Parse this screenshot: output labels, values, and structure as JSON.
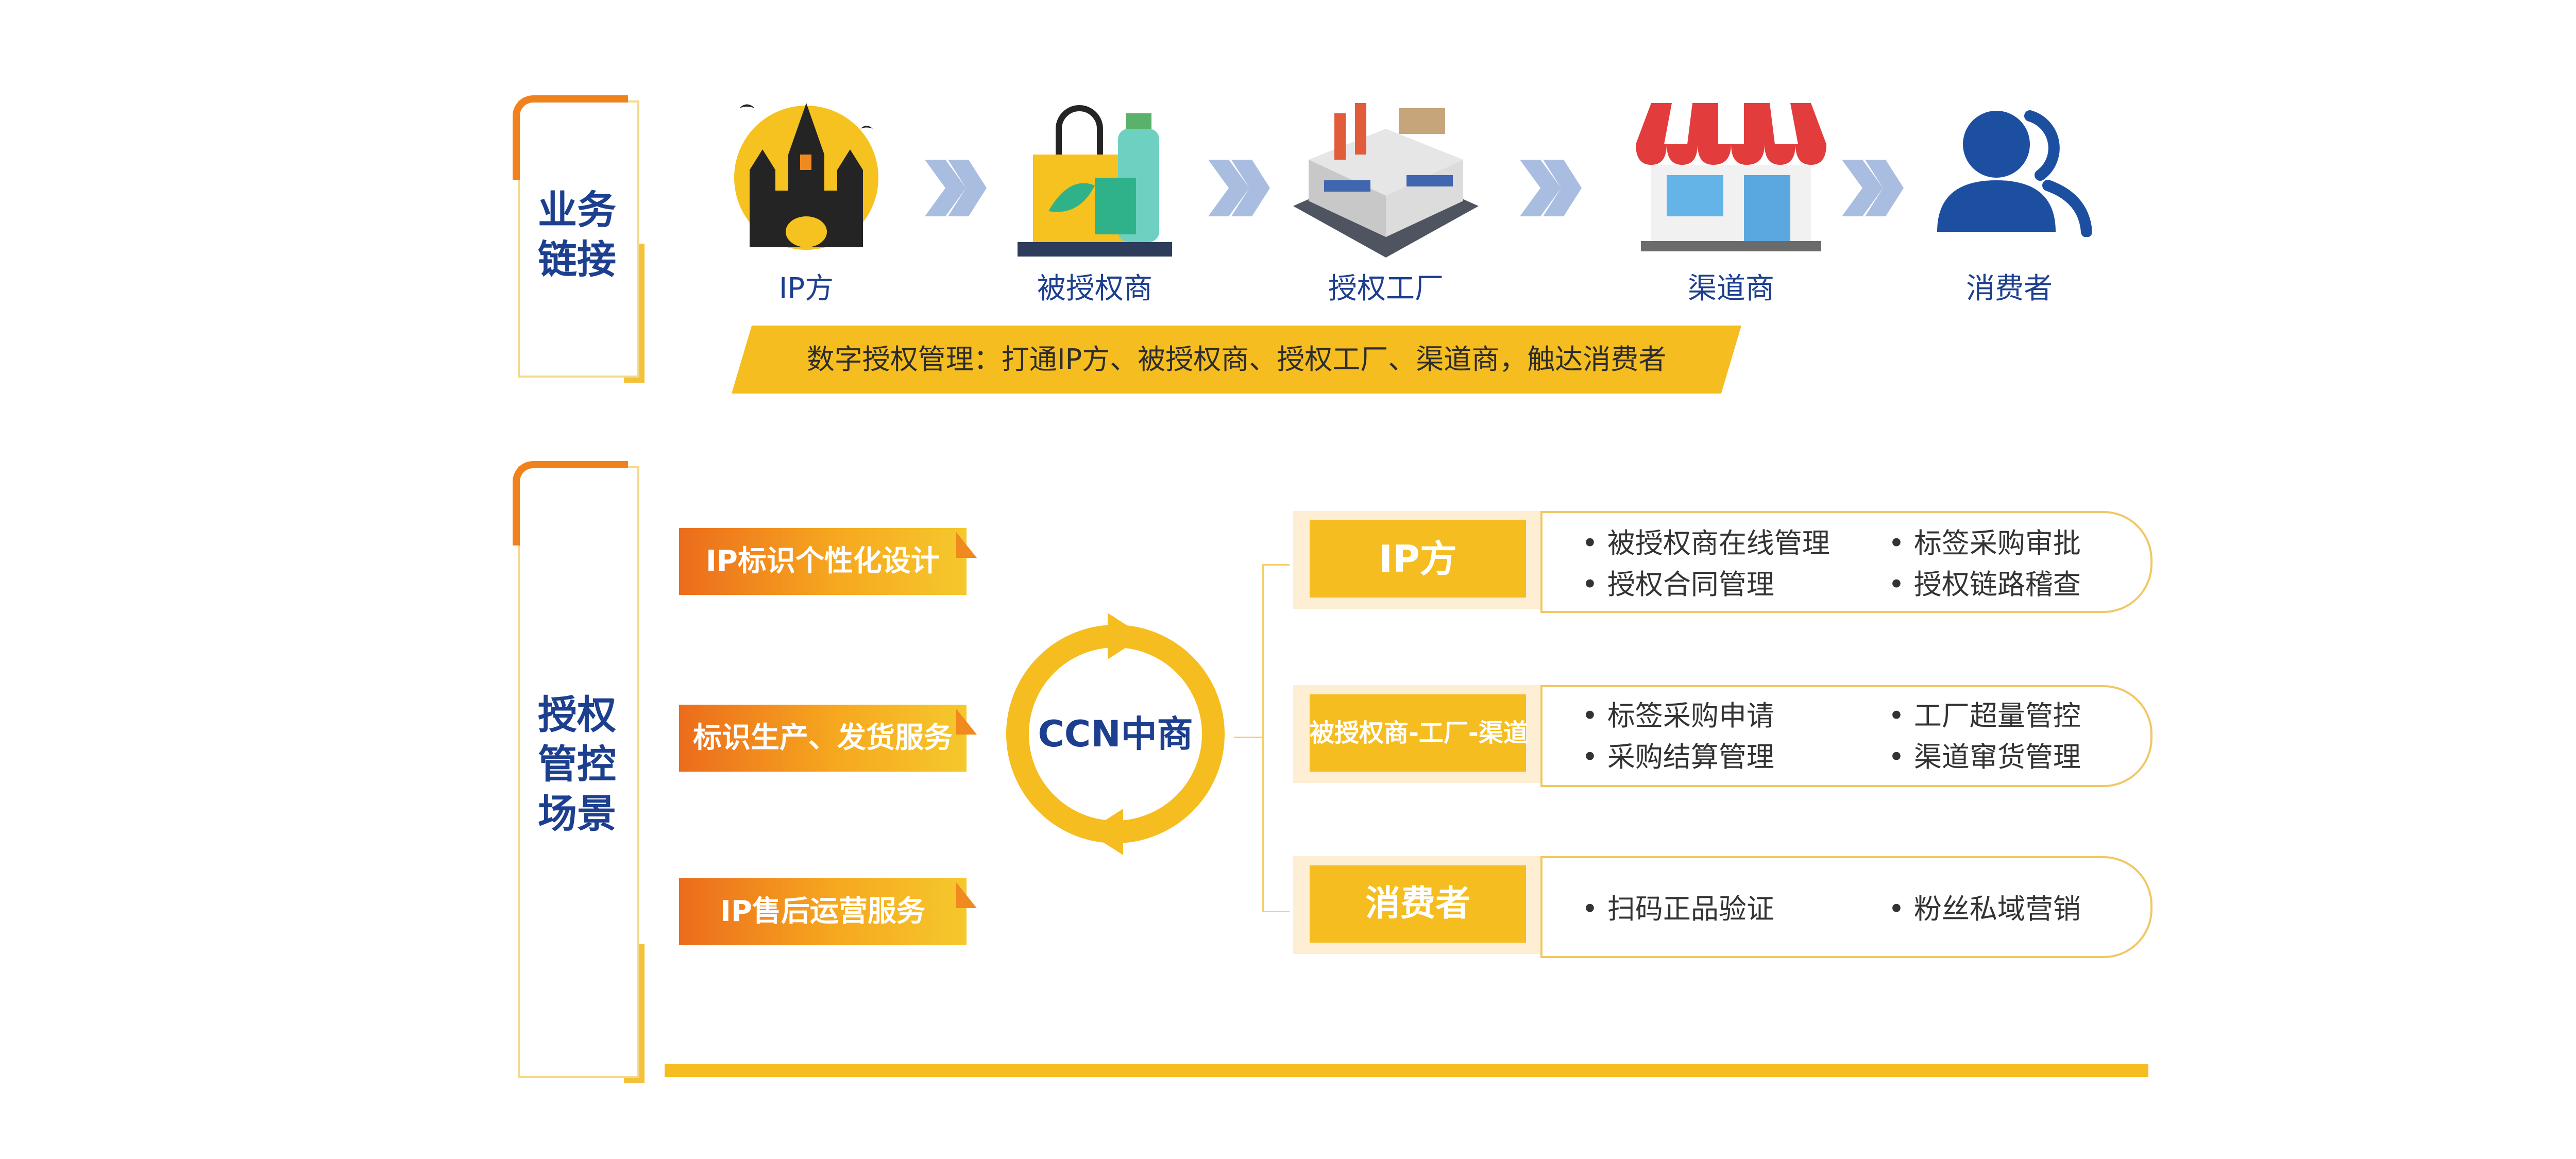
{
  "section1": {
    "title": "业务\n链接",
    "nodes": [
      {
        "label": "IP方",
        "icon": "castle-icon"
      },
      {
        "label": "被授权商",
        "icon": "shopping-bag-icon"
      },
      {
        "label": "授权工厂",
        "icon": "factory-icon"
      },
      {
        "label": "渠道商",
        "icon": "storefront-icon"
      },
      {
        "label": "消费者",
        "icon": "users-icon"
      }
    ],
    "banner": "数字授权管理：打通IP方、被授权商、授权工厂、渠道商，触达消费者"
  },
  "section2": {
    "title": "授权\n管控\n场景",
    "tags": [
      "IP标识个性化设计",
      "标识生产、发货服务",
      "IP售后运营服务"
    ],
    "center": "CCN中商",
    "roles": [
      {
        "name": "IP方",
        "features": [
          "被授权商在线管理",
          "标签采购审批",
          "授权合同管理",
          "授权链路稽查"
        ]
      },
      {
        "name": "被授权商-工厂-渠道",
        "features": [
          "标签采购申请",
          "工厂超量管控",
          "采购结算管理",
          "渠道窜货管理"
        ]
      },
      {
        "name": "消费者",
        "features": [
          "扫码正品验证",
          "粉丝私域营销"
        ]
      }
    ]
  },
  "colors": {
    "navy": "#1d3f8f",
    "yellow": "#f5bd1f",
    "orange": "#ec6c1c",
    "arrow": "#a9bde0"
  }
}
